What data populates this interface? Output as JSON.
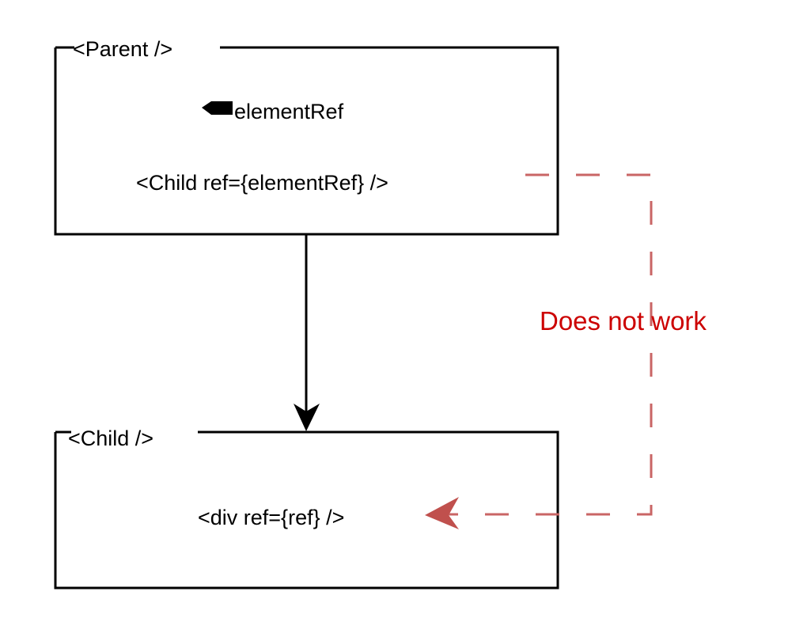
{
  "diagram": {
    "parent_frame": {
      "title": "<Parent />",
      "ref_label": "elementRef",
      "child_usage": "<Child ref={elementRef} />"
    },
    "child_frame": {
      "title": "<Child />",
      "div_usage": "<div ref={ref} />"
    },
    "annotation": {
      "text": "Does not work",
      "color": "#cc0000"
    },
    "colors": {
      "stroke": "#000000",
      "dashed_connector": "#c96565",
      "annotation_text": "#cc0000"
    },
    "connectors": [
      {
        "from": "parent-frame",
        "to": "child-frame",
        "style": "solid",
        "arrow": "filled-triangle"
      },
      {
        "from": "child-ref-usage",
        "to": "div-ref-usage",
        "style": "dashed",
        "arrow": "filled-open-tail",
        "label": "Does not work"
      }
    ]
  }
}
